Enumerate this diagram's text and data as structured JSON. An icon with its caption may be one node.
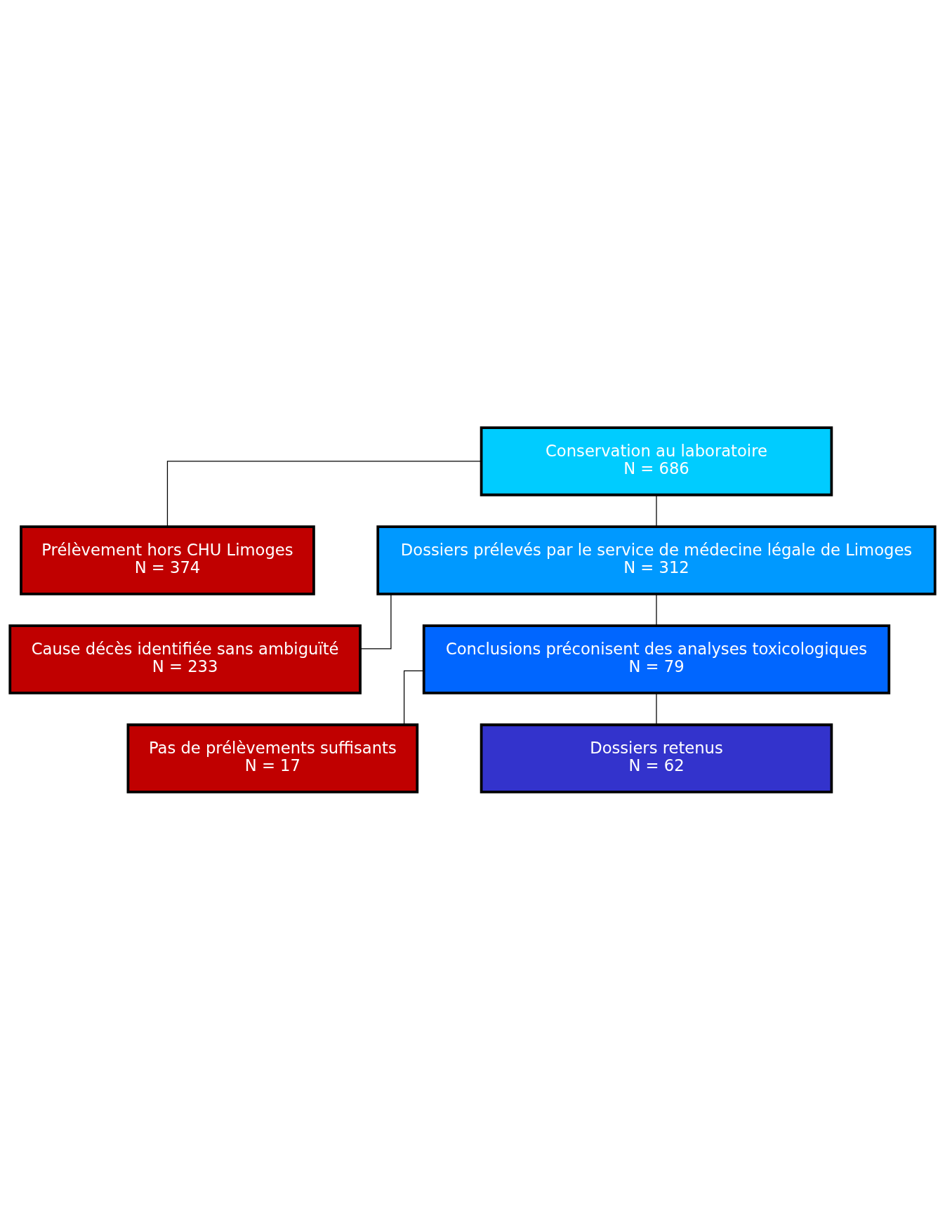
{
  "diagram": {
    "nodes": [
      {
        "text": [
          "Conservation au laboratoire",
          "N = 686"
        ]
      },
      {
        "text": [
          "Prélèvement hors CHU Limoges",
          "N = 374"
        ]
      },
      {
        "text": [
          "Dossiers prélevés par le service de médecine légale de Limoges",
          "N = 312"
        ]
      },
      {
        "text": [
          "Cause décès identifiée sans ambiguïté",
          "N = 233"
        ]
      },
      {
        "text": [
          "Conclusions préconisent des analyses toxicologiques",
          "N = 79"
        ]
      },
      {
        "text": [
          "Pas de prélèvements suffisants",
          "N = 17"
        ]
      },
      {
        "text": [
          "Dossiers retenus",
          "N = 62"
        ]
      }
    ],
    "edges": [
      {
        "from": 0,
        "to": 2,
        "arrow": "none"
      },
      {
        "from": 0,
        "to": 1,
        "arrow": "none"
      },
      {
        "from": 2,
        "to": 4,
        "arrow": "none"
      },
      {
        "from": 2,
        "to": 3,
        "arrow": "none"
      },
      {
        "from": 4,
        "to": 6,
        "arrow": "none"
      },
      {
        "from": 4,
        "to": 5,
        "arrow": "none"
      }
    ]
  }
}
